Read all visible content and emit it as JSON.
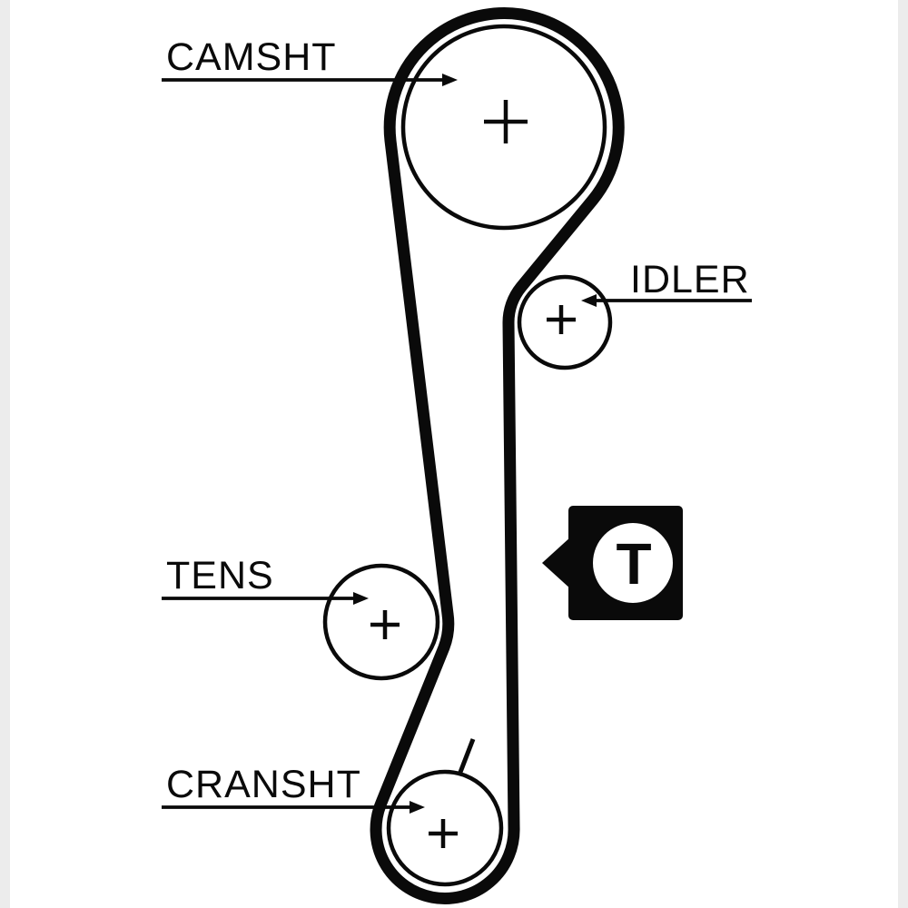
{
  "diagram": {
    "type": "timing-belt-routing-diagram",
    "colors": {
      "ink": "#0a0a0a",
      "background": "#ffffff",
      "edge_strip": "#ececec"
    },
    "parts": {
      "camshaft": {
        "label": "CAMSHT"
      },
      "idler": {
        "label": "IDLER"
      },
      "tensioner": {
        "label": "TENS"
      },
      "crankshaft": {
        "label": "CRANSHT"
      }
    },
    "pulley_center_mark": "+",
    "tension_badge": {
      "letter": "T"
    }
  }
}
